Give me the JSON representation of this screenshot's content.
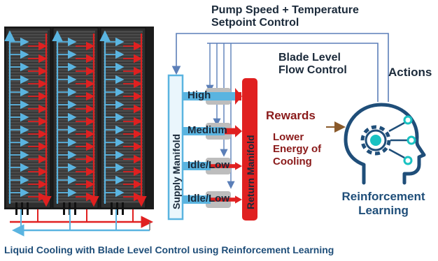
{
  "colors": {
    "supply": "#5ab4e0",
    "return": "#e02020",
    "rack": "#2e2e2e",
    "bridge": "#2f5f9e",
    "feedback": "#5b7fb8",
    "head": "#1f4e79",
    "accent": "#19c2c2",
    "reward_arrow": "#8a5a2b"
  },
  "labels": {
    "pump_control": "Pump Speed + Temperature\nSetpoint Control",
    "blade_control": "Blade Level\nFlow Control",
    "actions": "Actions",
    "rewards": "Rewards",
    "lower_energy": "Lower\nEnergy of\nCooling",
    "supply_manifold": "Supply Manifold",
    "return_manifold": "Return Manifold",
    "rl": "Reinforcement\nLearning",
    "caption": "Liquid Cooling with Blade Level Control using Reinforcement Learning"
  },
  "flows": [
    {
      "label": "High",
      "level": 1.0
    },
    {
      "label": "Medium",
      "level": 0.6
    },
    {
      "label": "Idle/Low",
      "level": 0.2
    },
    {
      "label": "Idle/Low",
      "level": 0.2
    }
  ],
  "icons": {
    "ai_head": "head-with-gear-icon",
    "server_racks": "server-rack-icon"
  }
}
